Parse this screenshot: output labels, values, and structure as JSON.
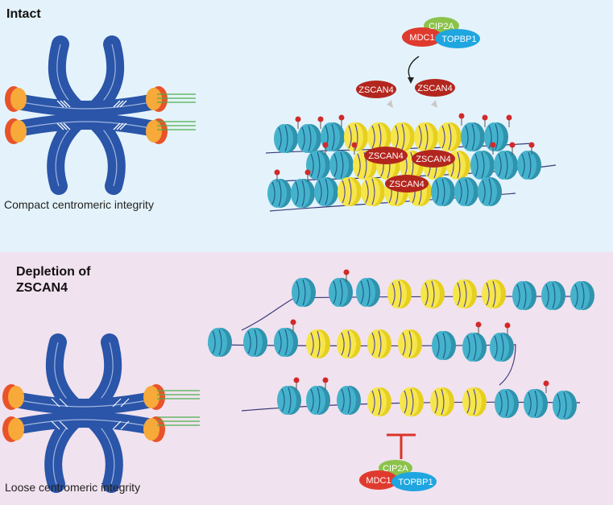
{
  "top_panel": {
    "title": "Intact",
    "caption": "Compact centromeric integrity",
    "complex": {
      "cip2a": "CIP2A",
      "mdc1": "MDC1",
      "topbp1": "TOPBP1"
    },
    "zscan4_free": [
      "ZSCAN4",
      "ZSCAN4"
    ],
    "zscan4_bound": [
      "ZSCAN4",
      "ZSCAN4",
      "ZSCAN4"
    ]
  },
  "bottom_panel": {
    "title_line1": "Depletion of",
    "title_line2": "ZSCAN4",
    "caption": "Loose centromeric integrity",
    "complex": {
      "cip2a": "CIP2A",
      "mdc1": "MDC1",
      "topbp1": "TOPBP1"
    }
  },
  "colors": {
    "top_bg": "#e4f3fb",
    "bottom_bg": "#f1e2ef",
    "chromosome": "#2a55a8",
    "kinetochore": "#f39a2a",
    "nucleosome_teal": "#3aa6c0",
    "nucleosome_yellow": "#f3e13a",
    "zscan4": "#b3261e",
    "mdc1": "#e03a2e",
    "cip2a": "#8bc34a",
    "topbp1": "#1fa6e0",
    "inhibit": "#d9342b"
  },
  "icons": [
    "chromosome-icon",
    "nucleosome-icon",
    "phospho-mark-icon",
    "inhibition-icon",
    "arrow-icon"
  ]
}
